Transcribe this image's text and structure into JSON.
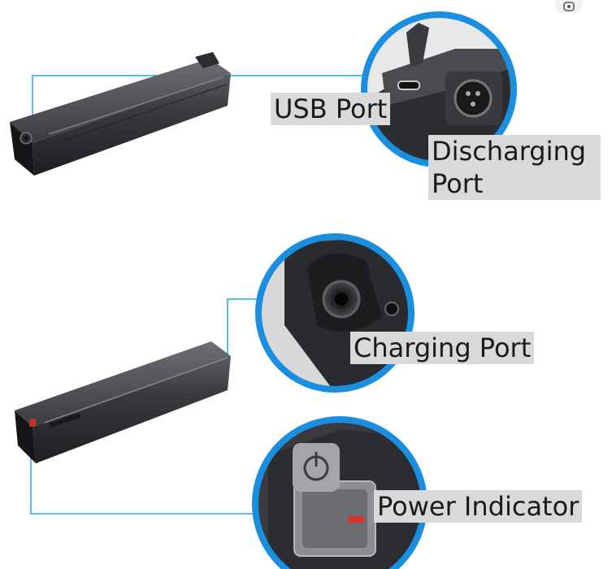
{
  "labels": {
    "usb_port": "USB Port",
    "discharging_port_line1": "Discharging",
    "discharging_port_line2": "Port",
    "charging_port": "Charging Port",
    "power_indicator": "Power Indicator"
  },
  "colors": {
    "callout_ring": "#1a8fe0",
    "leader_line": "#55bde8",
    "label_background": "#d9d9d9",
    "battery_body": "#2e2f32"
  },
  "icons": {
    "corner_button": "lens-search-icon"
  }
}
